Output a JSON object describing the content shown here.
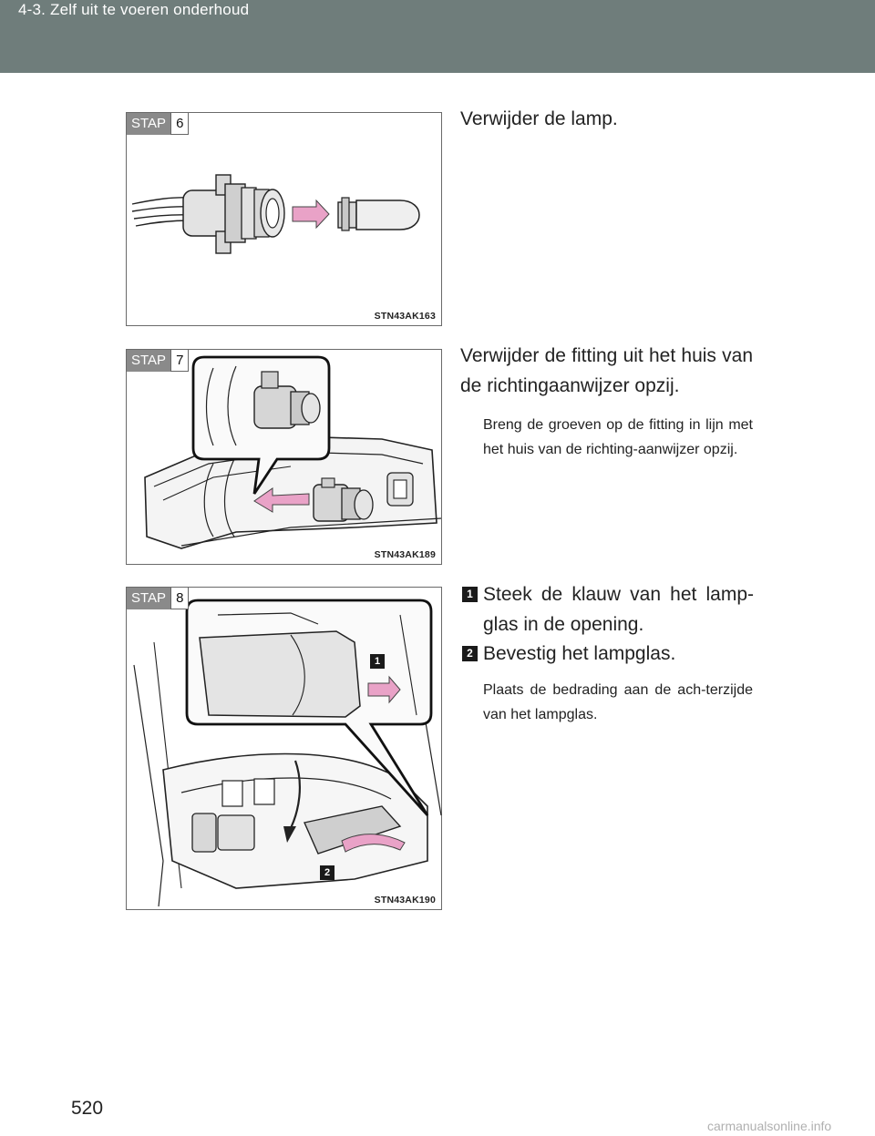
{
  "header": {
    "section_title": "4-3. Zelf uit te voeren onderhoud"
  },
  "steps": [
    {
      "stap_label": "STAP",
      "number": "6",
      "figure_code": "STN43AK163",
      "instruction": "Verwijder de lamp."
    },
    {
      "stap_label": "STAP",
      "number": "7",
      "figure_code": "STN43AK189",
      "instruction": "Verwijder de fitting uit het huis van de richtingaanwijzer opzij.",
      "note": "Breng de groeven op de fitting in lijn met het huis van de richting-aanwijzer opzij."
    },
    {
      "stap_label": "STAP",
      "number": "8",
      "figure_code": "STN43AK190",
      "items": [
        {
          "marker": "1",
          "text": "Steek de klauw van het lamp-glas in de opening."
        },
        {
          "marker": "2",
          "text": "Bevestig het lampglas."
        }
      ],
      "note": "Plaats de bedrading aan de ach-terzijde van het lampglas.",
      "callouts": [
        "1",
        "2"
      ]
    }
  ],
  "page_number": "520",
  "footer": {
    "watermark": "carmanualsonline.info"
  }
}
